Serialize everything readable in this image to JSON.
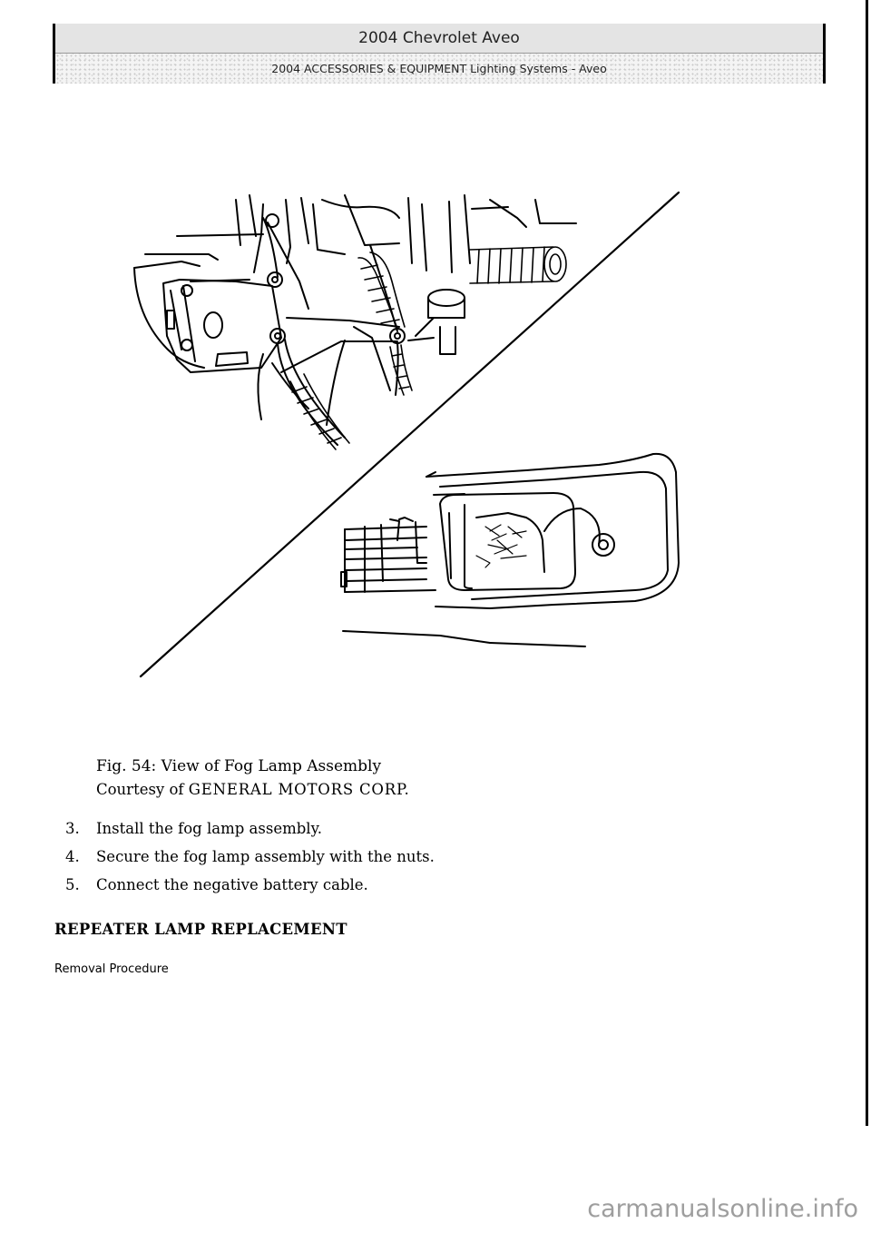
{
  "header": {
    "title": "2004 Chevrolet Aveo",
    "subtitle": "2004 ACCESSORIES & EQUIPMENT Lighting Systems - Aveo"
  },
  "figure": {
    "caption_line1": "Fig. 54: View of Fog Lamp Assembly",
    "caption_prefix": "Courtesy of ",
    "caption_corp": "GENERAL MOTORS CORP."
  },
  "steps": [
    {
      "num": "3.",
      "text": "Install the fog lamp assembly."
    },
    {
      "num": "4.",
      "text": "Secure the fog lamp assembly with the nuts."
    },
    {
      "num": "5.",
      "text": "Connect the negative battery cable."
    }
  ],
  "section": {
    "heading": "REPEATER LAMP REPLACEMENT",
    "subheading": "Removal Procedure"
  },
  "watermark": "carmanualsonline.info"
}
